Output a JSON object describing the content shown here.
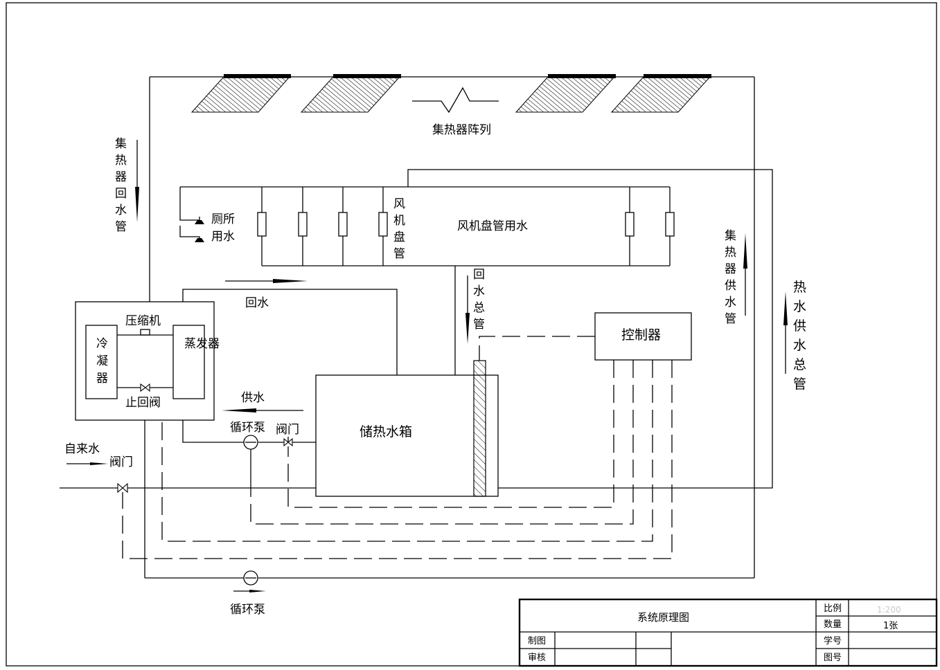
{
  "diagram": {
    "labels": {
      "collector_array": "集热器阵列",
      "collector_return_pipe": [
        "集",
        "热",
        "器",
        "回",
        "水",
        "管"
      ],
      "collector_supply_pipe": [
        "集",
        "热",
        "器",
        "供",
        "水",
        "管"
      ],
      "hot_water_main": [
        "热",
        "水",
        "供",
        "水",
        "总",
        "管"
      ],
      "toilet_water": [
        "厕所",
        "用水"
      ],
      "fan_coil": [
        "风",
        "机",
        "盘",
        "管"
      ],
      "fan_coil_water": "风机盘管用水",
      "return_main": [
        "回",
        "水",
        "总",
        "管"
      ],
      "return_water": "回水",
      "supply_water": "供水",
      "compressor": "压缩机",
      "condenser": [
        "冷",
        "凝",
        "器"
      ],
      "evaporator": "蒸发器",
      "check_valve": "止回阀",
      "circ_pump_upper": "循环泵",
      "valve_upper": "阀门",
      "tap_water": "自来水",
      "valve_lower": "阀门",
      "storage_tank": "储热水箱",
      "controller": "控制器",
      "circ_pump_lower": "循环泵"
    }
  },
  "title_block": {
    "title": "系统原理图",
    "scale_label": "比例",
    "scale_value": "1:200",
    "quantity_label": "数量",
    "quantity_value": "1张",
    "drawn_label": "制图",
    "reviewed_label": "审核",
    "student_no_label": "学号",
    "drawing_no_label": "图号"
  }
}
